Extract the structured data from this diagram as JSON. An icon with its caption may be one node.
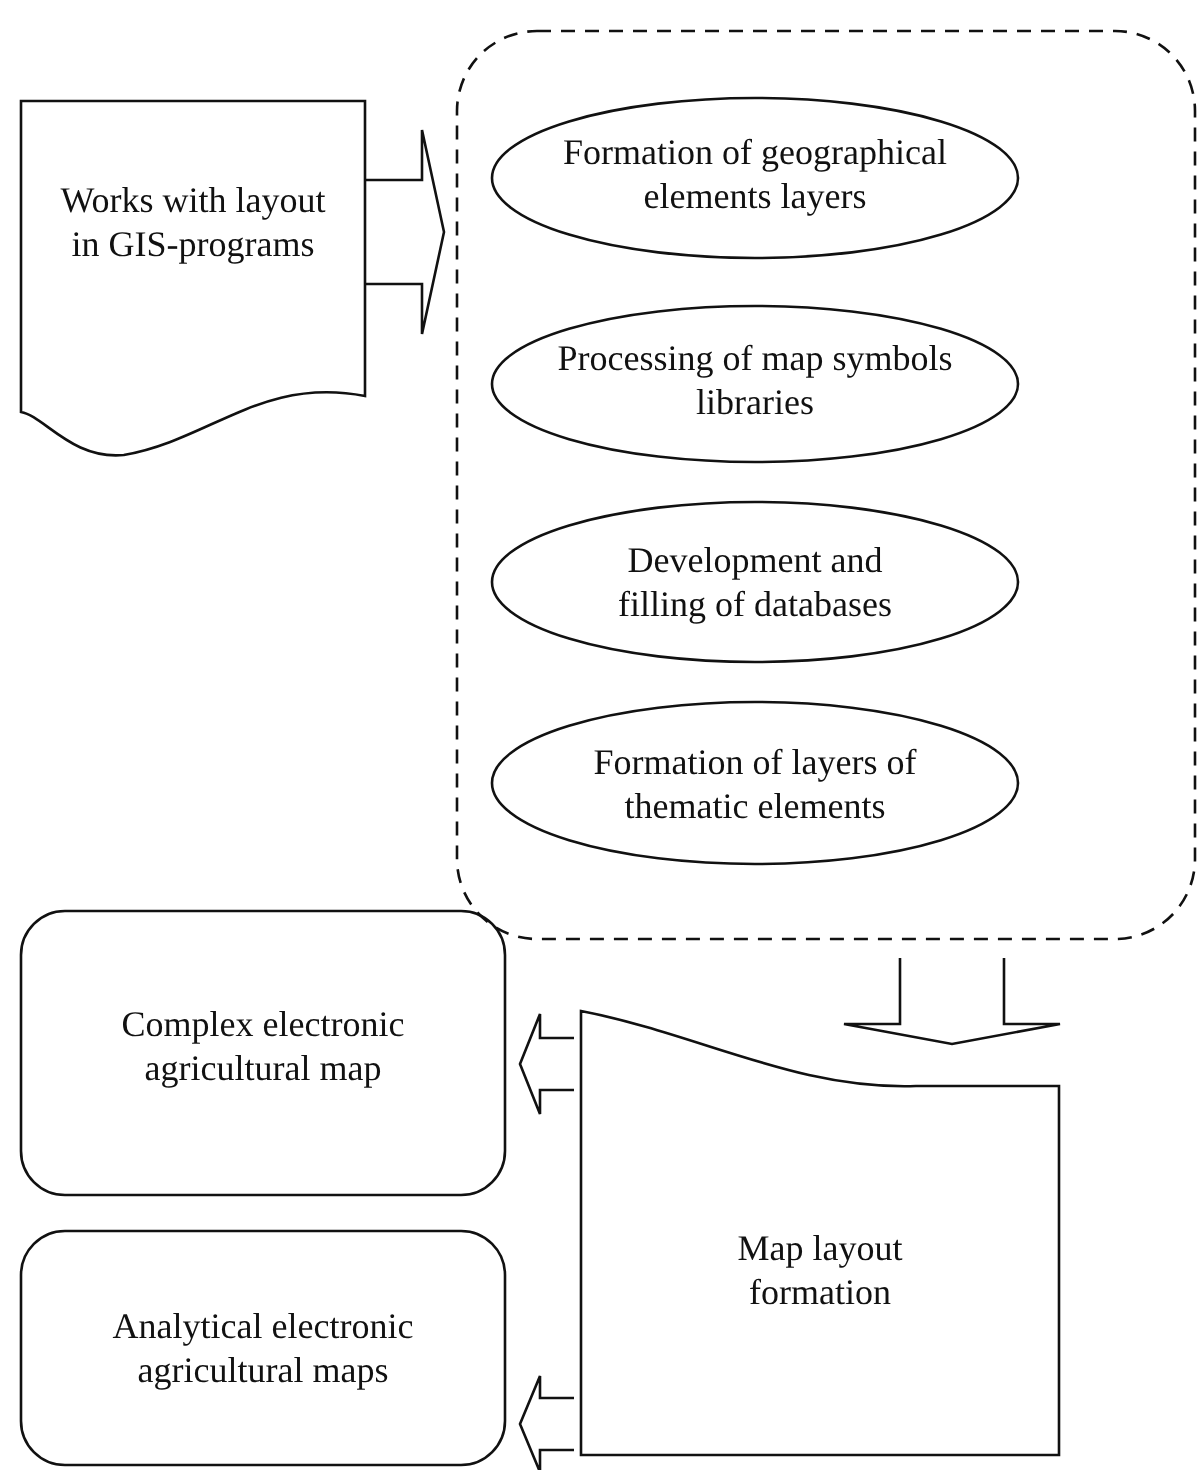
{
  "diagram": {
    "nodes": [
      {
        "text": [
          "Works with layout in GIS-programs"
        ]
      },
      {
        "text": [],
        "shape": "box"
      },
      {
        "text": [
          "Formation of geographical elements layers"
        ],
        "in": 1
      },
      {
        "text": [
          "Processing of map symbols libraries"
        ],
        "in": 1
      },
      {
        "text": [
          "Development and filling of databases"
        ],
        "in": 1
      },
      {
        "text": [
          "Formation of layers of thematic elements"
        ],
        "in": 1
      },
      {
        "text": [
          "Complex electronic agricultural map"
        ]
      },
      {
        "text": [
          "Analytical electronic agricultural maps"
        ]
      },
      {
        "text": [
          "Map layout formation"
        ]
      }
    ],
    "edges": [
      {
        "from": 0,
        "to": 1,
        "arrow": "to"
      },
      {
        "from": 1,
        "to": 8,
        "arrow": "to"
      },
      {
        "from": 8,
        "to": 6,
        "arrow": "to"
      },
      {
        "from": 8,
        "to": 7,
        "arrow": "to"
      }
    ]
  }
}
